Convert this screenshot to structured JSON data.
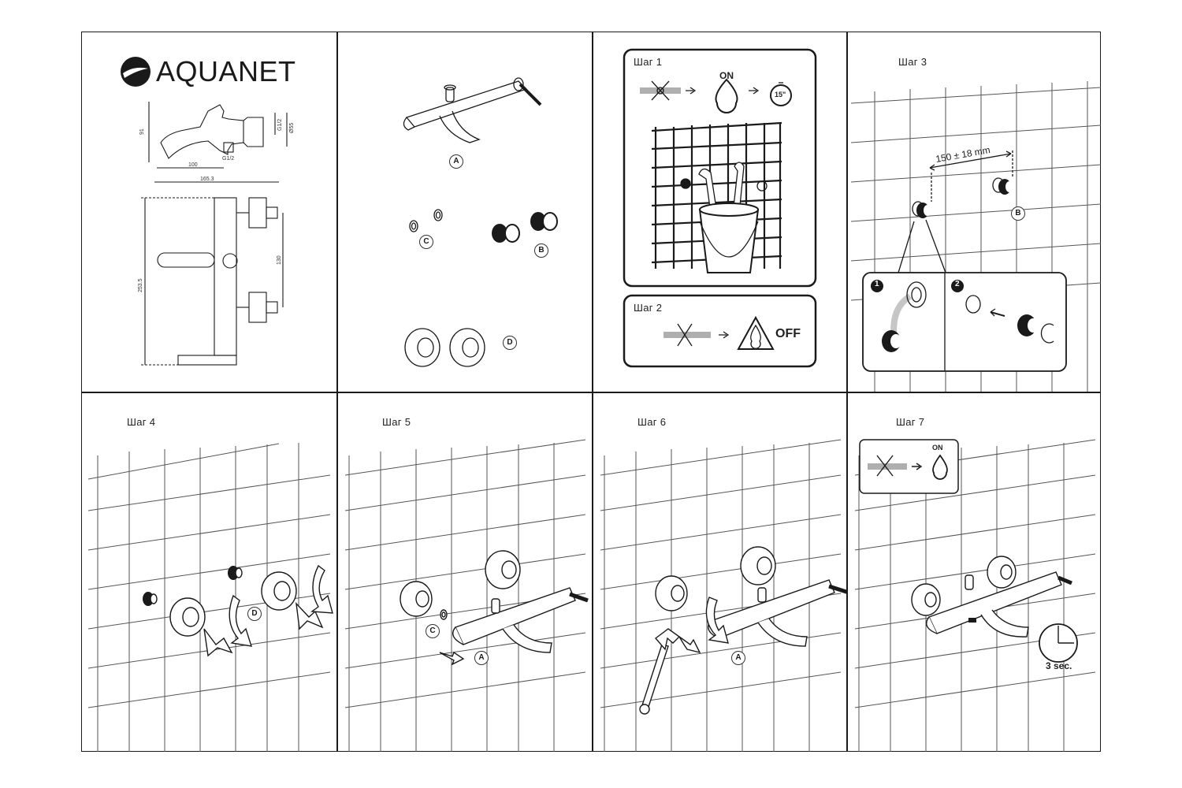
{
  "brand": {
    "name": "AQUANET"
  },
  "drawing": {
    "dims": {
      "d1": "91",
      "d2": "G1/2",
      "d3": "Ø55",
      "d4": "G1/2",
      "d5": "100",
      "d6": "165.3",
      "d7": "253.5",
      "d8": "130"
    }
  },
  "parts": {
    "a": "A",
    "b": "B",
    "c": "C",
    "d": "D"
  },
  "steps": {
    "s1": "Шаг 1",
    "s2": "Шаг 2",
    "s3": "Шаг 3",
    "s4": "Шаг 4",
    "s5": "Шаг 5",
    "s6": "Шаг 6",
    "s7": "Шаг 7"
  },
  "labels": {
    "on": "ON",
    "off": "OFF",
    "timer": "15\"",
    "distance": "150 ± 18 mm",
    "seconds": "3 sec.",
    "num1": "1",
    "num2": "2"
  },
  "colors": {
    "line": "#1a1a1a",
    "background": "#ffffff"
  }
}
